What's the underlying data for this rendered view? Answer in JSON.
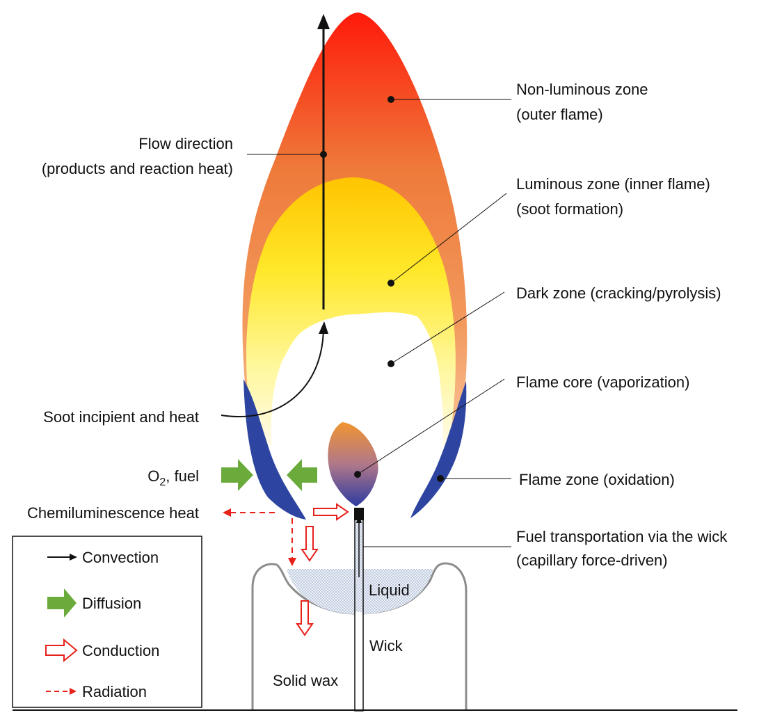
{
  "labels": {
    "non_luminous_1": "Non-luminous zone",
    "non_luminous_2": "(outer flame)",
    "flow_1": "Flow direction",
    "flow_2": "(products and reaction heat)",
    "luminous_1": "Luminous zone (inner flame)",
    "luminous_2": "(soot formation)",
    "dark": "Dark zone (cracking/pyrolysis)",
    "core": "Flame core (vaporization)",
    "soot": "Soot incipient and heat",
    "o2": "O",
    "o2_sub": "2",
    "o2_rest": ", fuel",
    "flame_zone": "Flame zone (oxidation)",
    "chemi": "Chemiluminescence heat",
    "fuel_1": "Fuel transportation via the wick",
    "fuel_2": "(capillary force-driven)",
    "liquid": "Liquid",
    "wick": "Wick",
    "solid_wax": "Solid wax"
  },
  "legend": {
    "convection": "Convection",
    "diffusion": "Diffusion",
    "conduction": "Conduction",
    "radiation": "Radiation"
  },
  "colors": {
    "outer_flame_top": "#ff1a0a",
    "outer_flame_mid": "#ee7a3a",
    "outer_flame_bottom": "#f8b07a",
    "inner_flame_top": "#ffc400",
    "inner_flame_mid": "#fff23a",
    "inner_flame_bottom": "#fffbe0",
    "blue_zone": "#2d45a0",
    "diffusion_green": "#6aab3c",
    "arrow_red": "#e8201a",
    "candle_outline": "#8c8c8c",
    "liquid_fill": "#dfe7f1"
  }
}
